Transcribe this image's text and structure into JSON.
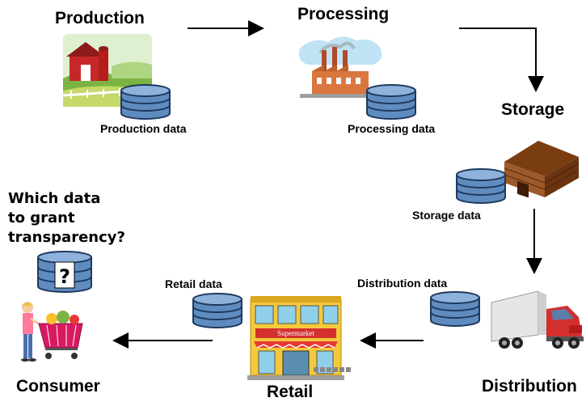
{
  "stages": {
    "production": "Production",
    "processing": "Processing",
    "storage": "Storage",
    "distribution": "Distribution",
    "retail": "Retail",
    "consumer": "Consumer"
  },
  "data_labels": {
    "production": "Production data",
    "processing": "Processing data",
    "storage": "Storage data",
    "distribution": "Distribution data",
    "retail": "Retail data"
  },
  "question": {
    "lines": [
      "Which data",
      "to grant",
      "transparency?"
    ],
    "db_symbol": "?"
  },
  "supermarket_sign": "Supermarket",
  "colors": {
    "db_fill": "#5f8cc0",
    "db_top": "#8fb2dc",
    "db_stroke": "#1f3a5f",
    "arrow": "#000000"
  }
}
